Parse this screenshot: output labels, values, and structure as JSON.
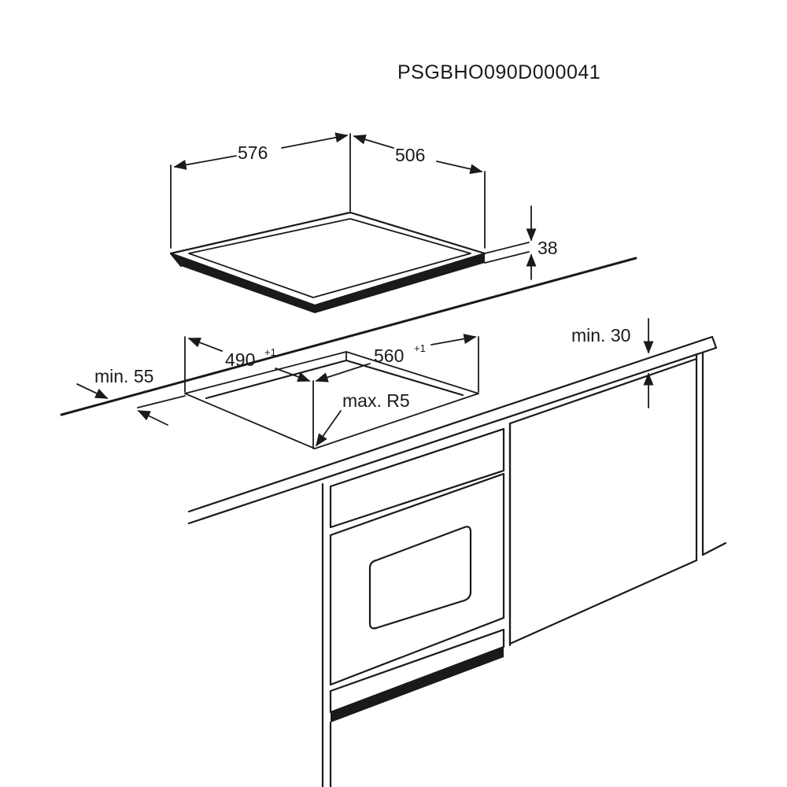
{
  "drawing_code": "PSGBHO090D000041",
  "hob": {
    "width": "576",
    "depth": "506",
    "height": "38"
  },
  "cutout": {
    "depth": "490",
    "depth_tolerance": "+1",
    "width": "560",
    "width_tolerance": "+1",
    "corner_radius": "max. R5",
    "front_clearance": "min. 55",
    "top_clearance": "min. 30"
  }
}
